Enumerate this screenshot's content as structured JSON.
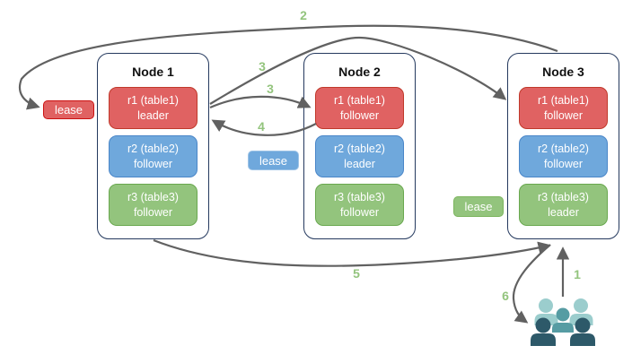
{
  "canvas": {
    "width": "704",
    "height": "405"
  },
  "nodes": [
    {
      "title": "Node 1",
      "replicas": [
        {
          "label": "r1 (table1)",
          "role": "leader",
          "color": "red"
        },
        {
          "label": "r2 (table2)",
          "role": "follower",
          "color": "blue"
        },
        {
          "label": "r3 (table3)",
          "role": "follower",
          "color": "green"
        }
      ]
    },
    {
      "title": "Node 2",
      "replicas": [
        {
          "label": "r1 (table1)",
          "role": "follower",
          "color": "red"
        },
        {
          "label": "r2 (table2)",
          "role": "leader",
          "color": "blue"
        },
        {
          "label": "r3 (table3)",
          "role": "follower",
          "color": "green"
        }
      ]
    },
    {
      "title": "Node 3",
      "replicas": [
        {
          "label": "r1 (table1)",
          "role": "follower",
          "color": "red"
        },
        {
          "label": "r2 (table2)",
          "role": "follower",
          "color": "blue"
        },
        {
          "label": "r3 (table3)",
          "role": "leader",
          "color": "green"
        }
      ]
    }
  ],
  "lease_labels": [
    {
      "label": "lease",
      "color": "red"
    },
    {
      "label": "lease",
      "color": "blue"
    },
    {
      "label": "lease",
      "color": "green"
    }
  ],
  "steps": {
    "step1": "1",
    "step2": "2",
    "step3_to_node3": "3",
    "step3_to_node2": "3",
    "step4": "4",
    "step5": "5",
    "step6": "6"
  },
  "icons": {
    "users": "users-group-icon"
  },
  "colors": {
    "arrow_gray": "#616161",
    "step_label_green": "#93C47D",
    "node_border_navy": "#24395E",
    "replica_red_fill": "#E06262",
    "replica_red_border": "#C0392B",
    "replica_blue_fill": "#6FA8DC",
    "replica_blue_border": "#4A86C8",
    "replica_green_fill": "#93C47D",
    "replica_green_border": "#69A84F",
    "users_light_teal": "#9BCDCD",
    "users_teal": "#569CA3",
    "users_dark_slate": "#2D5969"
  }
}
